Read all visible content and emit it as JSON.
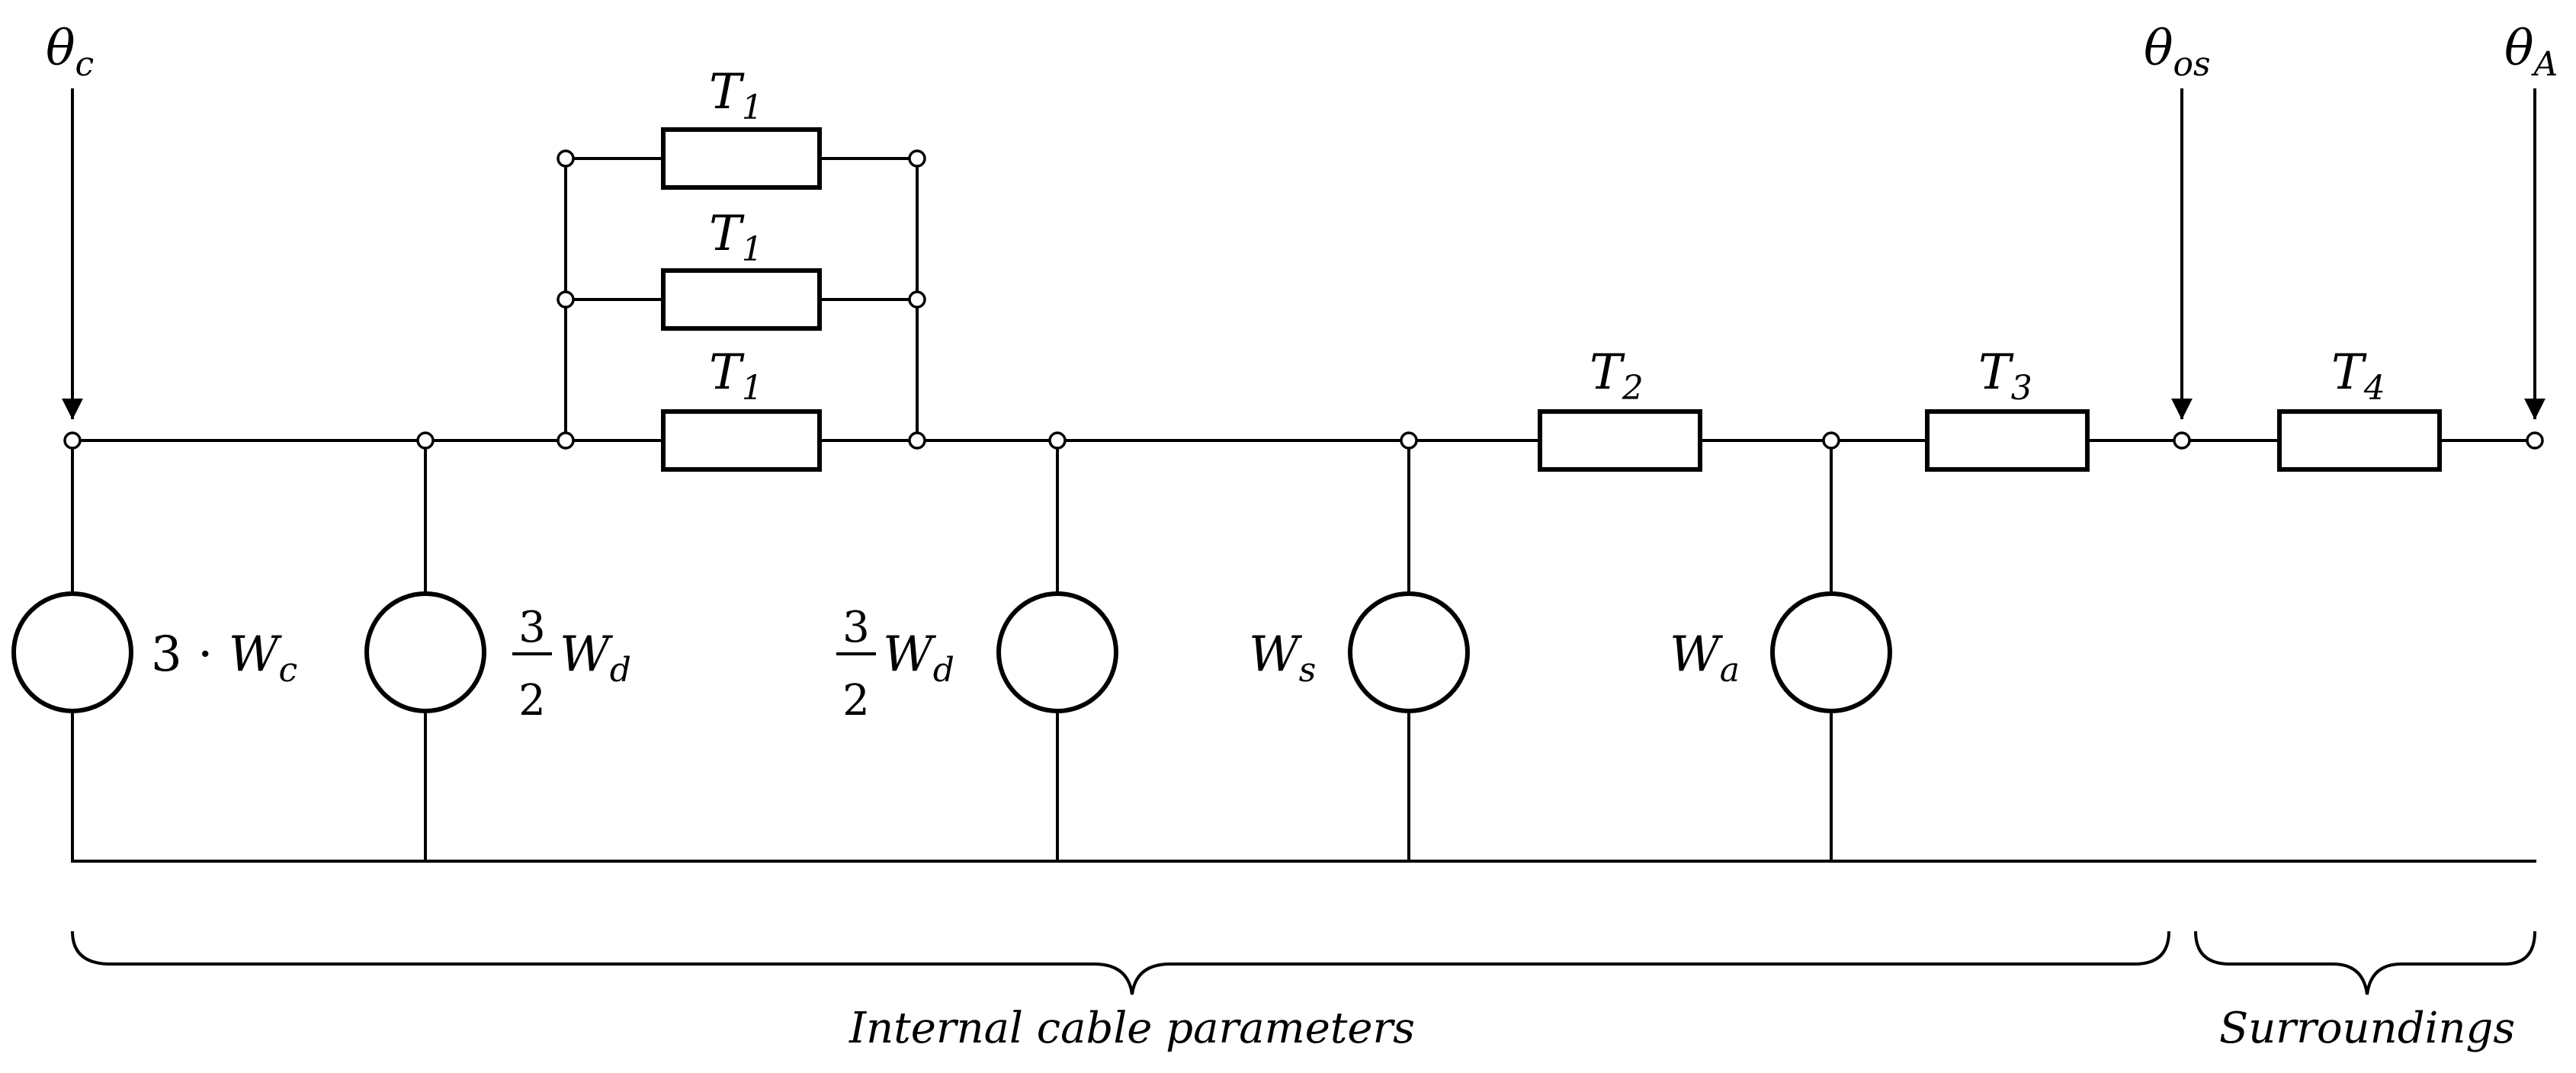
{
  "temperatures": {
    "theta_c": {
      "sym": "θ",
      "sub": "c"
    },
    "theta_os": {
      "sym": "θ",
      "sub": "os"
    },
    "theta_A": {
      "sym": "θ",
      "sub": "A"
    }
  },
  "resistors": {
    "t1_top": {
      "sym": "T",
      "sub": "1"
    },
    "t1_mid": {
      "sym": "T",
      "sub": "1"
    },
    "t1_bot": {
      "sym": "T",
      "sub": "1"
    },
    "t2": {
      "sym": "T",
      "sub": "2"
    },
    "t3": {
      "sym": "T",
      "sub": "3"
    },
    "t4": {
      "sym": "T",
      "sub": "4"
    }
  },
  "sources": {
    "wc": {
      "coef": "3 · ",
      "sym": "W",
      "sub": "c"
    },
    "wd_left": {
      "num": "3",
      "den": "2",
      "sym": "W",
      "sub": "d"
    },
    "wd_right": {
      "num": "3",
      "den": "2",
      "sym": "W",
      "sub": "d"
    },
    "ws": {
      "sym": "W",
      "sub": "s"
    },
    "wa": {
      "sym": "W",
      "sub": "a"
    }
  },
  "groups": {
    "internal": "Internal cable parameters",
    "surroundings": "Surroundings"
  }
}
